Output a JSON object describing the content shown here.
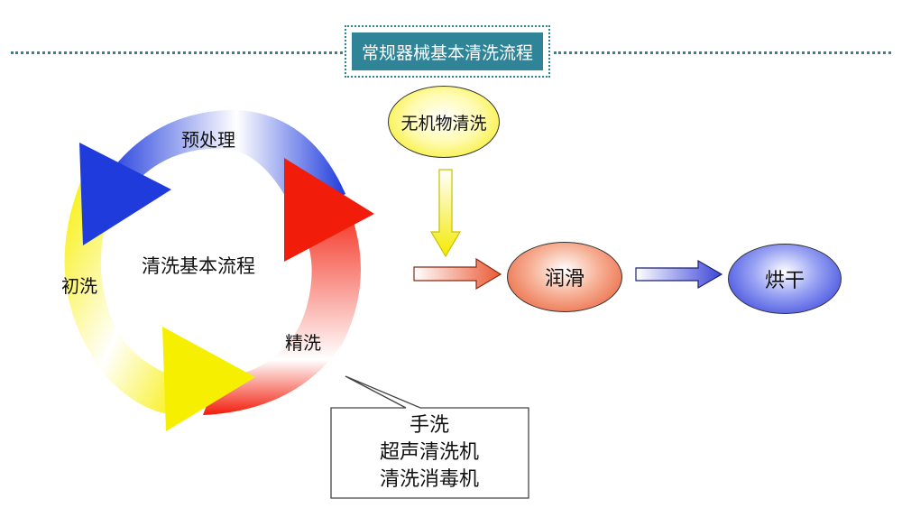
{
  "title": "常规器械基本清洗流程",
  "cycle": {
    "center": "清洗基本流程",
    "steps": [
      "预处理",
      "精洗",
      "初洗"
    ]
  },
  "nodes": {
    "inorganic": "无机物清洗",
    "lubricate": "润滑",
    "dry": "烘干"
  },
  "callout": [
    "手洗",
    "超声清洗机",
    "清洗消毒机"
  ],
  "colors": {
    "title_bg": "#2f8597",
    "blue": "#1f3bdc",
    "red": "#f21c0a",
    "yellow": "#f7ef00"
  }
}
